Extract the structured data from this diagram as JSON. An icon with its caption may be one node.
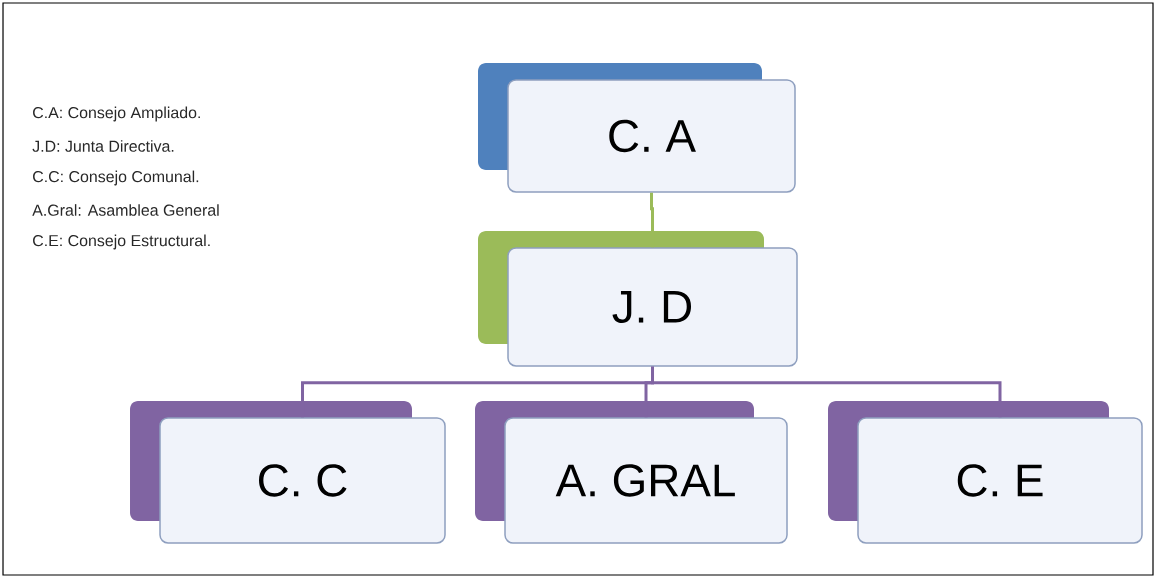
{
  "diagram": {
    "nodes": [
      {
        "text": [
          "C. A"
        ]
      },
      {
        "text": [
          "J. D"
        ]
      },
      {
        "text": [
          "C. C"
        ]
      },
      {
        "text": [
          "A. GRAL"
        ]
      },
      {
        "text": [
          "C. E"
        ]
      }
    ],
    "edges": [
      {
        "from": 0,
        "to": 1,
        "arrow": "none",
        "color": "#9bbb59"
      },
      {
        "from": 1,
        "to": 2,
        "arrow": "none"
      },
      {
        "from": 1,
        "to": 3,
        "arrow": "none"
      },
      {
        "from": 1,
        "to": 4,
        "arrow": "none"
      }
    ],
    "labels": [
      "C.A: Consejo Ampliado.",
      "J.D: Junta Directiva.",
      "C.C: Consejo Comunal.",
      "A.Gral: Asamblea General",
      "C.E: Consejo Estructural."
    ]
  }
}
